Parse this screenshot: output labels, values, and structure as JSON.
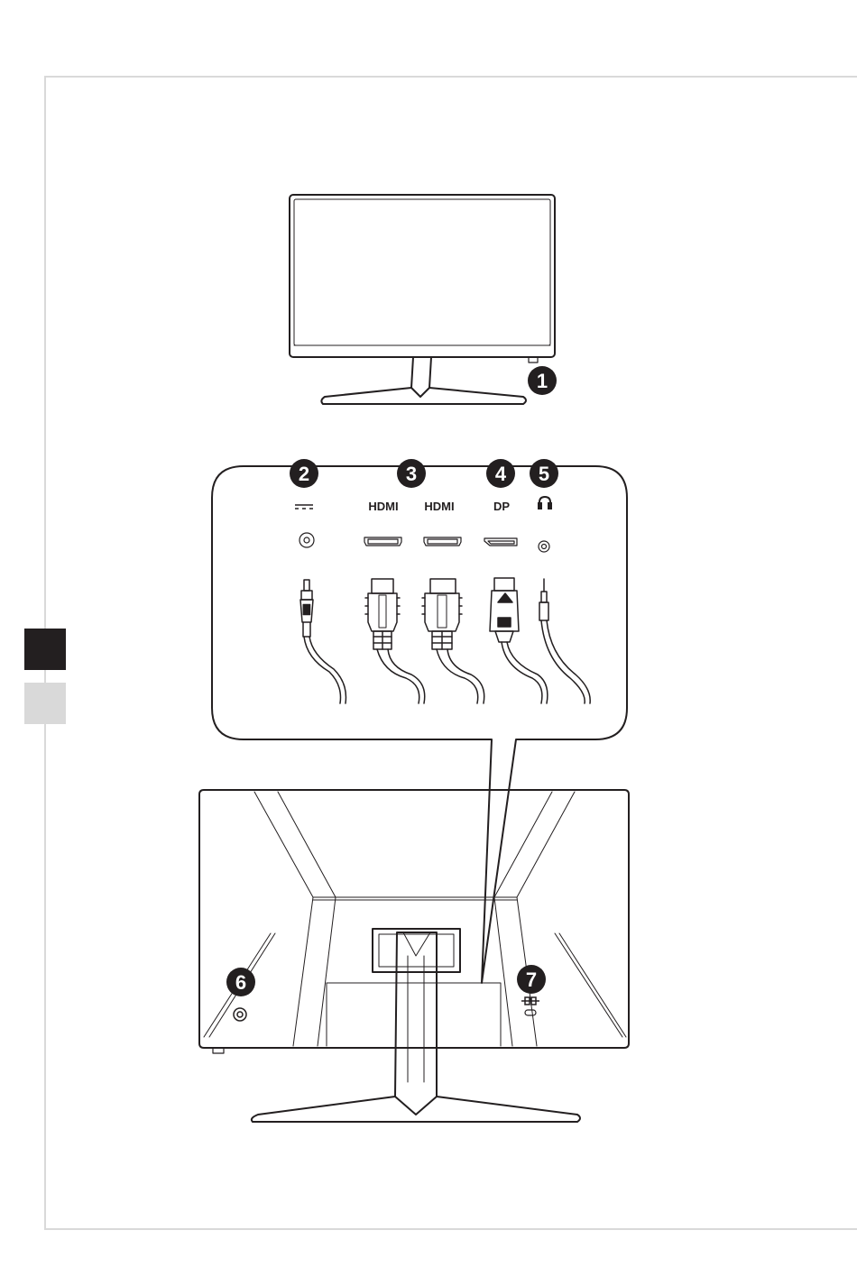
{
  "callouts": [
    {
      "number": "1",
      "target": "front-power-button"
    },
    {
      "number": "2",
      "target": "dc-power-jack"
    },
    {
      "number": "3",
      "target": "hdmi-ports"
    },
    {
      "number": "4",
      "target": "displayport"
    },
    {
      "number": "5",
      "target": "headphone-jack"
    },
    {
      "number": "6",
      "target": "kensington-or-button"
    },
    {
      "number": "7",
      "target": "security-lock"
    }
  ],
  "port_labels": {
    "hdmi_1": "HDMI",
    "hdmi_2": "HDMI",
    "dp": "DP"
  },
  "icons": {
    "dc": "dc-power-symbol-icon",
    "headphone": "headphone-icon",
    "lock": "lock-icon"
  },
  "colors": {
    "line": "#231f20",
    "tab_active": "#231f20",
    "tab_inactive": "#d9d9d9"
  }
}
